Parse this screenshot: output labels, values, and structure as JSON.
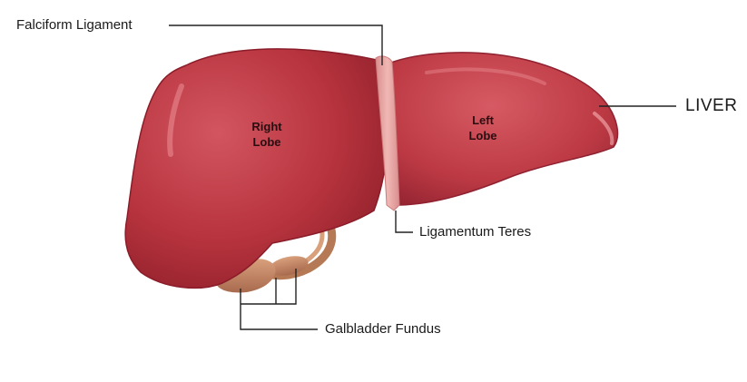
{
  "labels": {
    "falciform": "Falciform Ligament",
    "liver": "LIVER",
    "teres": "Ligamentum Teres",
    "gallbladder": "Galbladder Fundus",
    "right_lobe_line1": "Right",
    "right_lobe_line2": "Lobe",
    "left_lobe_line1": "Left",
    "left_lobe_line2": "Lobe"
  },
  "colors": {
    "liver_base": "#b8343e",
    "liver_dark": "#8f1f2b",
    "liver_highlight": "#e0707a",
    "ligament": "#e8a6a4",
    "gallbladder": "#c98a6a",
    "leader_line": "#222222"
  }
}
